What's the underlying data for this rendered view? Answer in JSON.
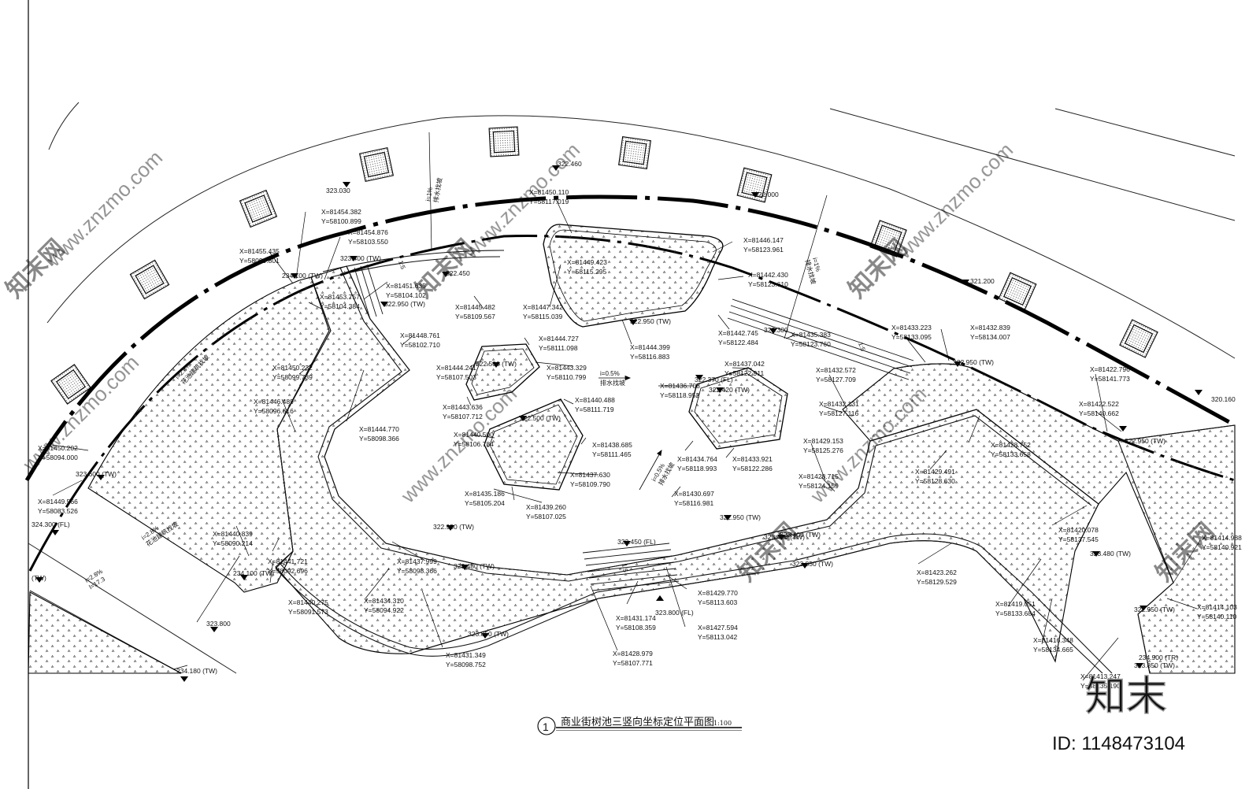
{
  "drawing": {
    "title": "商业街树池三竖向坐标定位平面图",
    "scale": "1:100",
    "number": "1"
  },
  "watermark": {
    "logo_text": "知末",
    "id_text": "ID: 1148473104",
    "diagonal_text": "www.znzmo.com",
    "brand_text": "知末网"
  },
  "coords": [
    {
      "x": "X=81454.382",
      "y": "Y=58100.899"
    },
    {
      "x": "X=81454.876",
      "y": "Y=58103.550"
    },
    {
      "x": "X=81455.435",
      "y": "Y=58099.801"
    },
    {
      "x": "X=81453.757",
      "y": "Y=58104.384"
    },
    {
      "x": "X=81451.635",
      "y": "Y=58104.102"
    },
    {
      "x": "X=81448.761",
      "y": "Y=58102.710"
    },
    {
      "x": "X=81450.232",
      "y": "Y=58099.739"
    },
    {
      "x": "X=81446.489",
      "y": "Y=58096.616"
    },
    {
      "x": "X=81444.770",
      "y": "Y=58098.366"
    },
    {
      "x": "X=81450.202",
      "y": "Y=58094.000"
    },
    {
      "x": "X=81449.566",
      "y": "Y=58083.526"
    },
    {
      "x": "X=81440.839",
      "y": "Y=58090.214"
    },
    {
      "x": "X=81441.721",
      "y": "Y=58092.696"
    },
    {
      "x": "X=81440.275",
      "y": "Y=58091.573"
    },
    {
      "x": "X=81437.999",
      "y": "Y=58098.366"
    },
    {
      "x": "X=81434.310",
      "y": "Y=58094.922"
    },
    {
      "x": "X=81431.349",
      "y": "Y=58098.752"
    },
    {
      "x": "X=81450.110",
      "y": "Y=58117.019"
    },
    {
      "x": "X=81449.423",
      "y": "Y=58115.295"
    },
    {
      "x": "X=81447.342",
      "y": "Y=58115.039"
    },
    {
      "x": "X=81445.482",
      "y": "Y=58109.567"
    },
    {
      "x": "X=81444.727",
      "y": "Y=58111.098"
    },
    {
      "x": "X=81443.329",
      "y": "Y=58110.799"
    },
    {
      "x": "X=81444.241",
      "y": "Y=58107.503"
    },
    {
      "x": "X=81443.636",
      "y": "Y=58107.712"
    },
    {
      "x": "X=81440.488",
      "y": "Y=58111.719"
    },
    {
      "x": "X=81440.500",
      "y": "Y=58106.784"
    },
    {
      "x": "X=81438.685",
      "y": "Y=58111.465"
    },
    {
      "x": "X=81437.630",
      "y": "Y=58109.790"
    },
    {
      "x": "X=81435.186",
      "y": "Y=58105.204"
    },
    {
      "x": "X=81439.260",
      "y": "Y=58107.025"
    },
    {
      "x": "X=81444.399",
      "y": "Y=58116.883"
    },
    {
      "x": "X=81446.147",
      "y": "Y=58123.961"
    },
    {
      "x": "X=81442.430",
      "y": "Y=58123.610"
    },
    {
      "x": "X=81442.745",
      "y": "Y=58122.484"
    },
    {
      "x": "X=81435.383",
      "y": "Y=58123.760"
    },
    {
      "x": "X=81437.042",
      "y": "Y=58122.911"
    },
    {
      "x": "X=81436.708",
      "y": "Y=58118.952"
    },
    {
      "x": "X=81434.764",
      "y": "Y=58118.993"
    },
    {
      "x": "X=81433.921",
      "y": "Y=58122.286"
    },
    {
      "x": "X=81430.697",
      "y": "Y=58116.981"
    },
    {
      "x": "X=81431.174",
      "y": "Y=58108.359"
    },
    {
      "x": "X=81429.770",
      "y": "Y=58113.603"
    },
    {
      "x": "X=81427.594",
      "y": "Y=58113.042"
    },
    {
      "x": "X=81428.979",
      "y": "Y=58107.771"
    },
    {
      "x": "X=81433.223",
      "y": "Y=58133.095"
    },
    {
      "x": "X=81432.839",
      "y": "Y=58134.007"
    },
    {
      "x": "X=81432.572",
      "y": "Y=58127.709"
    },
    {
      "x": "X=81432.131",
      "y": "Y=58127.116"
    },
    {
      "x": "X=81429.153",
      "y": "Y=58125.276"
    },
    {
      "x": "X=81428.715",
      "y": "Y=58124.159"
    },
    {
      "x": "X=81428.752",
      "y": "Y=58133.658"
    },
    {
      "x": "X=81429.491",
      "y": "Y=58128.630"
    },
    {
      "x": "X=81423.262",
      "y": "Y=58129.529"
    },
    {
      "x": "X=81422.796",
      "y": "Y=58141.773"
    },
    {
      "x": "X=81422.522",
      "y": "Y=58140.662"
    },
    {
      "x": "X=81420.078",
      "y": "Y=58137.545"
    },
    {
      "x": "X=81419.051",
      "y": "Y=58133.684"
    },
    {
      "x": "X=81416.348",
      "y": "Y=58134.665"
    },
    {
      "x": "X=81414.988",
      "y": "Y=58140.921"
    },
    {
      "x": "X=81414.103",
      "y": "Y=58140.110"
    },
    {
      "x": "X=81413.247",
      "y": "Y=58135.190"
    }
  ],
  "elevations": [
    "323.030",
    "322.460",
    "322.000",
    "321.200",
    "320.160",
    "322.450",
    "323.400 (TW)",
    "322.950 (TW)",
    "234.100 (TW)",
    "322.500 (TW)",
    "322.500 (TW)",
    "322.950 (TW)",
    "322.370 (FL)",
    "322.420 (TW)",
    "322.300",
    "322.950 (TW)",
    "322.950 (TW)",
    "322.950 (TW)",
    "322.450 (FL)",
    "323.400 (TW)",
    "323.850 (TW)",
    "323.480 (TW)",
    "323.850 (TW)",
    "323.800 (FL)",
    "322.950 (TW)",
    "323.480 (TW)",
    "322.950 (TW)",
    "234.900 (TR)",
    "323.850 (TW)",
    "323.400 (TW)",
    "324.300 (FL)",
    "323.600 (TW)",
    "(TW)",
    "234.100 (TW)",
    "323.800",
    "234.180 (TW)"
  ],
  "notes": {
    "slope_center_1": "i=0.5%",
    "slope_center_2": "排水找坡",
    "slope_center_3": "i=0.5%",
    "slope_center_4": "排水找坡",
    "slope_left_1": "i=2.8%",
    "slope_left_2": "花池建筑找坡",
    "slope_left_3": "i=2.8%",
    "slope_left_4": "花池建筑找坡",
    "slope_ramp_1": "i=2.8%",
    "slope_ramp_2": "l=17.3",
    "slope_top_1": "i=1%",
    "slope_top_2": "排水找坡",
    "slope_right_1": "i=1%",
    "slope_right_2": "排水找坡",
    "step_a": "1:5",
    "step_b": "1:5",
    "step_c": "1:5"
  }
}
